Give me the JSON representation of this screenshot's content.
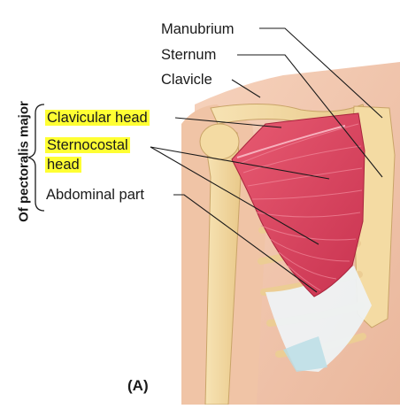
{
  "labels": {
    "manubrium": "Manubrium",
    "sternum": "Sternum",
    "clavicle": "Clavicle",
    "clavicular_head": "Clavicular head",
    "sternocostal_line1": "Sternocostal",
    "sternocostal_line2": "head",
    "abdominal_part": "Abdominal part"
  },
  "group_label": "Of pectoralis major",
  "panel_label": "(A)",
  "colors": {
    "highlight": "#ffff33",
    "muscle": "#d9435d",
    "bone": "#f4dba3",
    "skin": "#f2c7ad",
    "fascia": "#e6ecef"
  }
}
